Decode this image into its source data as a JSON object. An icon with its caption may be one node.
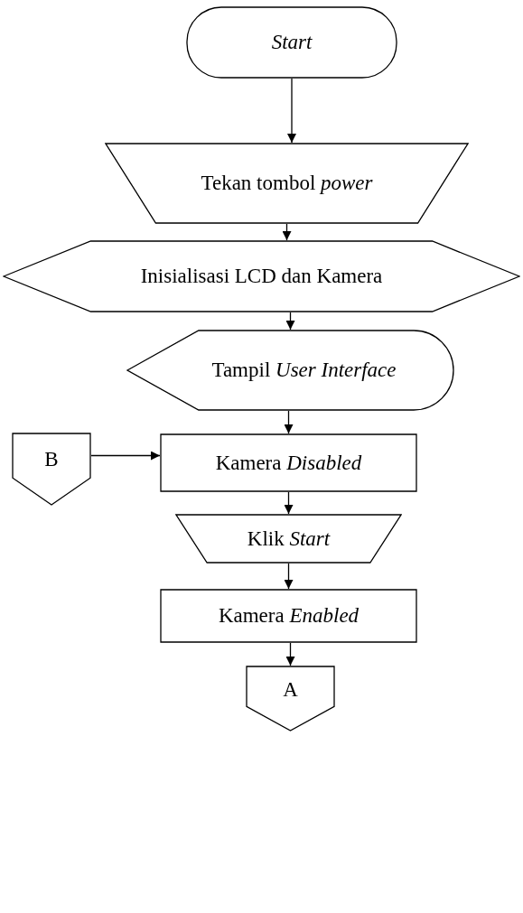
{
  "diagram": {
    "nodes": [
      {
        "text": [
          "Start"
        ]
      },
      {
        "text": [
          "Tekan tombol *power*"
        ]
      },
      {
        "text": [
          "Inisialisasi LCD dan Kamera"
        ]
      },
      {
        "text": [
          "Tampil *User Interface*"
        ]
      },
      {
        "text": [
          "Kamera *Disabled*"
        ]
      },
      {
        "text": [
          "B"
        ]
      },
      {
        "text": [
          "Klik *Start*"
        ]
      },
      {
        "text": [
          "Kamera *Enabled*"
        ]
      },
      {
        "text": [
          "A"
        ]
      }
    ],
    "edges": [
      {
        "from": 0,
        "to": 1,
        "arrow": "to"
      },
      {
        "from": 1,
        "to": 2,
        "arrow": "to"
      },
      {
        "from": 2,
        "to": 3,
        "arrow": "to"
      },
      {
        "from": 3,
        "to": 4,
        "arrow": "to"
      },
      {
        "from": 5,
        "to": 4,
        "arrow": "to"
      },
      {
        "from": 4,
        "to": 6,
        "arrow": "to"
      },
      {
        "from": 6,
        "to": 7,
        "arrow": "to"
      },
      {
        "from": 7,
        "to": 8,
        "arrow": "to"
      }
    ]
  }
}
